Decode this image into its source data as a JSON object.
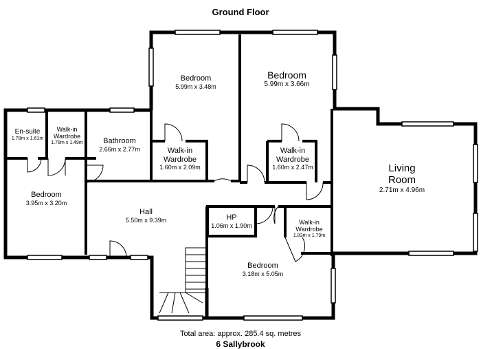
{
  "title": "Ground Floor",
  "rooms": {
    "bedroom_top": {
      "name": "Bedroom",
      "dims": "5.99m x 3.48m"
    },
    "bedroom_top_right": {
      "name": "Bedroom",
      "dims": "5.99m x 3.66m"
    },
    "ensuite": {
      "name": "En-suite",
      "dims": "1.78m x 1.61m"
    },
    "wardrobe_small": {
      "name_1": "Walk-in",
      "name_2": "Wardrobe",
      "dims": "1.78m x 1.49m"
    },
    "bathroom": {
      "name": "Bathroom",
      "dims": "2.66m x 2.77m"
    },
    "wardrobe_a": {
      "name_1": "Walk-in",
      "name_2": "Wardrobe",
      "dims": "1.60m x 2.09m"
    },
    "wardrobe_b": {
      "name_1": "Walk-in",
      "name_2": "Wardrobe",
      "dims": "1.60m x 2.47m"
    },
    "living": {
      "name_1": "Living",
      "name_2": "Room",
      "dims": "2.71m x 4.96m"
    },
    "bedroom_left": {
      "name": "Bedroom",
      "dims": "3.95m x 3.20m"
    },
    "hall": {
      "name": "Hall",
      "dims": "5.50m x 9.39m"
    },
    "hp": {
      "name": "HP",
      "dims": "1.06m x 1.90m"
    },
    "wardrobe_c": {
      "name_1": "Walk-in",
      "name_2": "Wardrobe",
      "dims": "1.83m x 1.79m"
    },
    "bedroom_bottom": {
      "name": "Bedroom",
      "dims": "3.18m x 5.05m"
    }
  },
  "footer": {
    "total_area": "Total area: approx. 285.4 sq. metres",
    "address": "6 Sallybrook"
  }
}
